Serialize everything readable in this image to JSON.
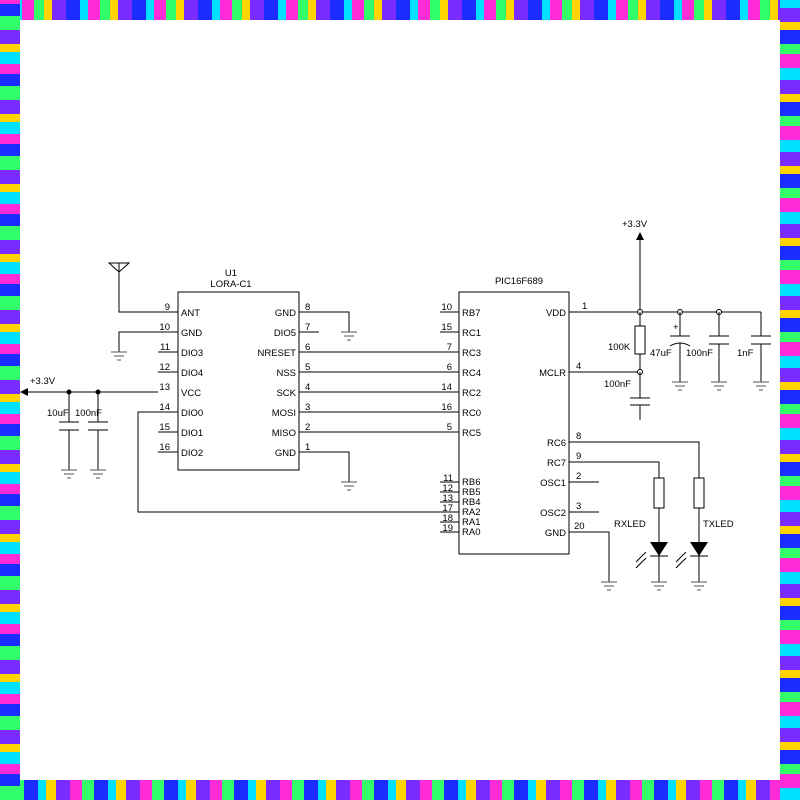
{
  "u1": {
    "ref": "U1",
    "part": "LORA-C1",
    "left_pins": [
      {
        "num": "9",
        "name": "ANT"
      },
      {
        "num": "10",
        "name": "GND"
      },
      {
        "num": "11",
        "name": "DIO3"
      },
      {
        "num": "12",
        "name": "DIO4"
      },
      {
        "num": "13",
        "name": "VCC"
      },
      {
        "num": "14",
        "name": "DIO0"
      },
      {
        "num": "15",
        "name": "DIO1"
      },
      {
        "num": "16",
        "name": "DIO2"
      }
    ],
    "right_pins": [
      {
        "num": "8",
        "name": "GND"
      },
      {
        "num": "7",
        "name": "DIO5"
      },
      {
        "num": "6",
        "name": "NRESET"
      },
      {
        "num": "5",
        "name": "NSS"
      },
      {
        "num": "4",
        "name": "SCK"
      },
      {
        "num": "3",
        "name": "MOSI"
      },
      {
        "num": "2",
        "name": "MISO"
      },
      {
        "num": "1",
        "name": "GND"
      }
    ]
  },
  "mcu": {
    "part": "PIC16F689",
    "left_pins": [
      {
        "num": "10",
        "name": "RB7"
      },
      {
        "num": "15",
        "name": "RC1"
      },
      {
        "num": "7",
        "name": "RC3"
      },
      {
        "num": "6",
        "name": "RC4"
      },
      {
        "num": "14",
        "name": "RC2"
      },
      {
        "num": "16",
        "name": "RC0"
      },
      {
        "num": "5",
        "name": "RC5"
      }
    ],
    "left_pins_lower": [
      {
        "num": "11",
        "name": "RB6"
      },
      {
        "num": "12",
        "name": "RB5"
      },
      {
        "num": "13",
        "name": "RB4"
      },
      {
        "num": "17",
        "name": "RA2"
      },
      {
        "num": "18",
        "name": "RA1"
      },
      {
        "num": "19",
        "name": "RA0"
      }
    ],
    "right_pins": [
      {
        "num": "1",
        "name": "VDD"
      },
      {
        "num": "4",
        "name": "MCLR"
      },
      {
        "num": "8",
        "name": "RC6"
      },
      {
        "num": "9",
        "name": "RC7"
      },
      {
        "num": "2",
        "name": "OSC1"
      },
      {
        "num": "3",
        "name": "OSC2"
      },
      {
        "num": "20",
        "name": "GND"
      }
    ]
  },
  "labels": {
    "vcc_top": "+3.3V",
    "vcc_left": "+3.3V",
    "r_mclr": "100K",
    "c_mclr": "100nF",
    "c_47u": "47uF",
    "c_100n": "100nF",
    "c_1n": "1nF",
    "c_10u_left": "10uF",
    "c_100n_left": "100nF",
    "rxled": "RXLED",
    "txled": "TXLED"
  }
}
